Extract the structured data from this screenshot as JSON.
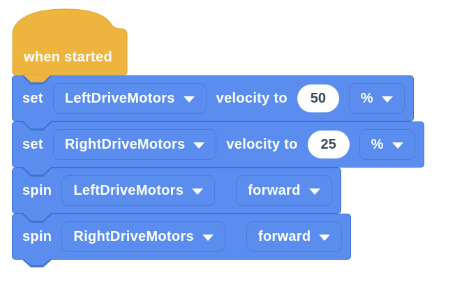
{
  "colors": {
    "block_blue": "#5A8DEE",
    "block_blue_border": "#4173CE",
    "hat_yellow": "#EDB43E",
    "hat_yellow_border": "#D9A437",
    "dropdown_border": "#4A7ED9",
    "value_text": "#3B4A56",
    "label_text": "#FFFFFF",
    "canvas_bg": "#FFFFFF"
  },
  "icons": {
    "dropdown_caret": "▼"
  },
  "hat": {
    "label": "when started"
  },
  "blocks": [
    {
      "kind": "set-velocity",
      "verb": "set",
      "motor": "LeftDriveMotors",
      "middle": "velocity to",
      "value": "50",
      "unit": "%"
    },
    {
      "kind": "set-velocity",
      "verb": "set",
      "motor": "RightDriveMotors",
      "middle": "velocity to",
      "value": "25",
      "unit": "%"
    },
    {
      "kind": "spin",
      "verb": "spin",
      "motor": "LeftDriveMotors",
      "direction": "forward"
    },
    {
      "kind": "spin",
      "verb": "spin",
      "motor": "RightDriveMotors",
      "direction": "forward"
    }
  ]
}
